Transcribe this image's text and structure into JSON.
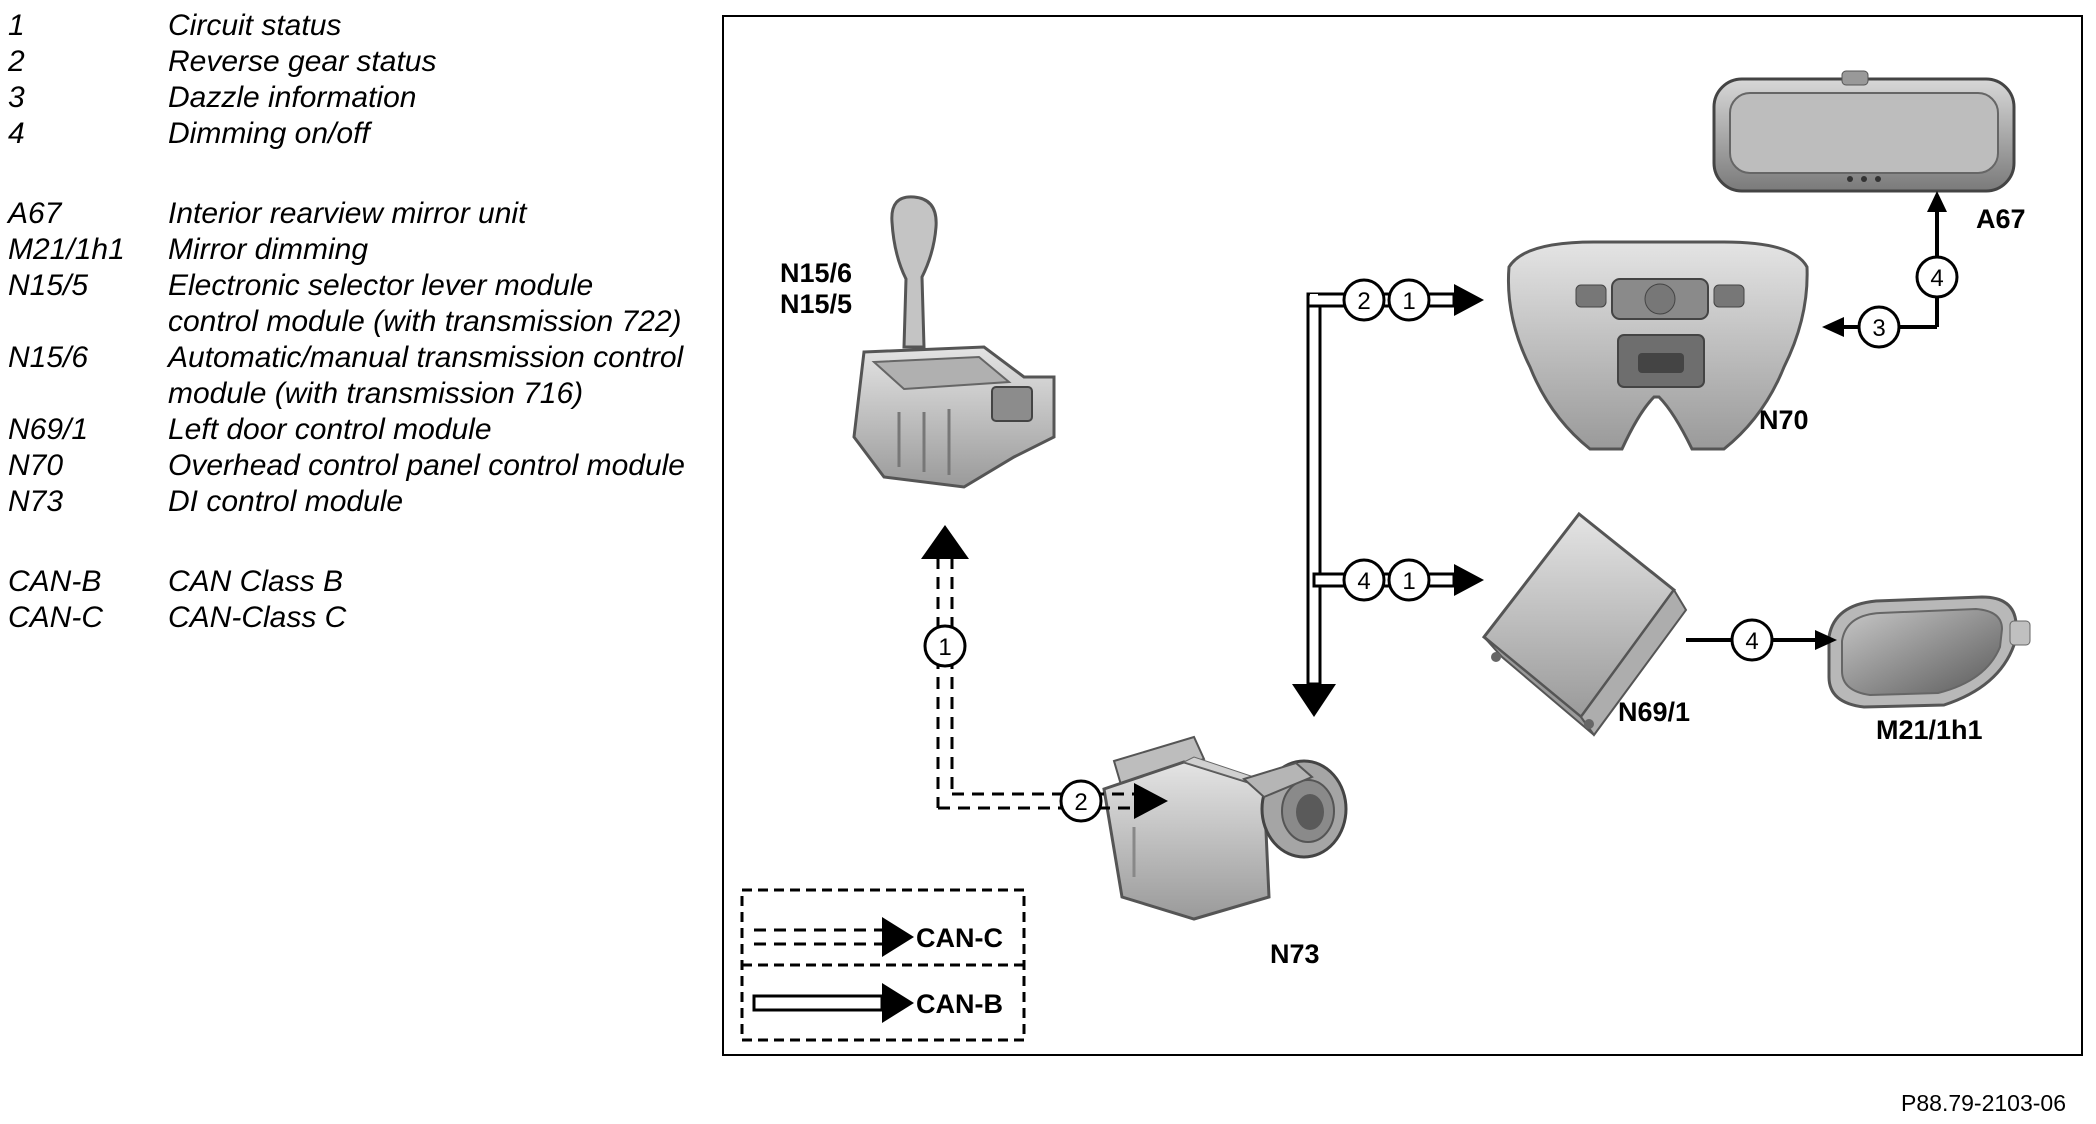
{
  "legend": {
    "signals": [
      {
        "code": "1",
        "desc": "Circuit status"
      },
      {
        "code": "2",
        "desc": "Reverse gear status"
      },
      {
        "code": "3",
        "desc": "Dazzle information"
      },
      {
        "code": "4",
        "desc": "Dimming on/off"
      }
    ],
    "components": [
      {
        "code": "A67",
        "desc": "Interior rearview mirror unit"
      },
      {
        "code": "M21/1h1",
        "desc": "Mirror dimming"
      },
      {
        "code": "N15/5",
        "desc": "Electronic selector lever module control module (with transmission 722)"
      },
      {
        "code": "N15/6",
        "desc": "Automatic/manual transmission control module (with transmission 716)"
      },
      {
        "code": "N69/1",
        "desc": "Left door control module"
      },
      {
        "code": "N70",
        "desc": "Overhead control panel control module"
      },
      {
        "code": "N73",
        "desc": "DI control module"
      }
    ],
    "buses": [
      {
        "code": "CAN-B",
        "desc": "CAN Class B"
      },
      {
        "code": "CAN-C",
        "desc": "CAN-Class C"
      }
    ]
  },
  "diagram": {
    "labels": {
      "n15_6": "N15/6",
      "n15_5": "N15/5",
      "n70": "N70",
      "a67": "A67",
      "n69_1": "N69/1",
      "m21_1h1": "M21/1h1",
      "n73": "N73"
    },
    "signal_markers": {
      "n73_to_n70": [
        "2",
        "1"
      ],
      "n73_to_n69": [
        "4",
        "1"
      ],
      "n70_to_a67": "4",
      "a67_to_n70": "3",
      "n69_to_m21": "4",
      "n73_to_n15": "1",
      "n15_to_n73": "2"
    },
    "key": {
      "can_c": "CAN-C",
      "can_b": "CAN-B"
    }
  },
  "figure_id": "P88.79-2103-06"
}
